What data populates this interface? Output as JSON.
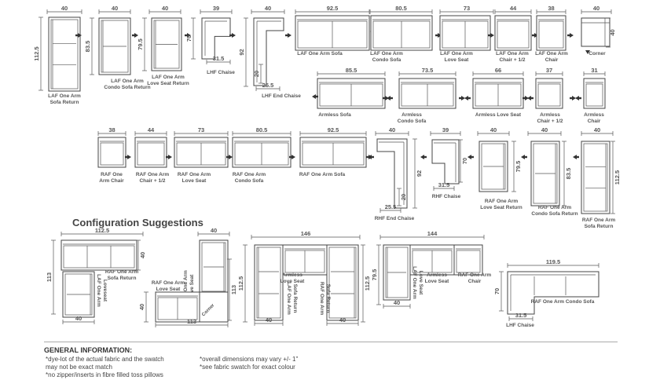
{
  "row1": {
    "pieces": [
      {
        "dims": [
          "40",
          "112.5"
        ],
        "label": [
          "LAF One Arm",
          "Sofa Return"
        ]
      },
      {
        "dims": [
          "40",
          "83.5"
        ],
        "label": [
          "LAF One Arm",
          "Condo Sofa Return"
        ]
      },
      {
        "dims": [
          "40",
          "79.5"
        ],
        "label": [
          "LAF One Arm",
          "Love Seat Return"
        ]
      },
      {
        "dims": [
          "39",
          "70",
          "31.5"
        ],
        "label": [
          "LHF Chaise"
        ]
      },
      {
        "dims": [
          "40",
          "92",
          "20",
          "25.5"
        ],
        "label": [
          "LHF End Chaise"
        ]
      },
      {
        "dims": [
          "92.5"
        ],
        "label": [
          "LAF One Arm Sofa"
        ]
      },
      {
        "dims": [
          "80.5"
        ],
        "label": [
          "LAF One Arm",
          "Condo Sofa"
        ]
      },
      {
        "dims": [
          "73"
        ],
        "label": [
          "LAF One Arm",
          "Love Seat"
        ]
      },
      {
        "dims": [
          "44"
        ],
        "label": [
          "LAF One Arm",
          "Chair + 1/2"
        ]
      },
      {
        "dims": [
          "38"
        ],
        "label": [
          "LAF One Arm",
          "Chair"
        ]
      },
      {
        "dims": [
          "40",
          "40"
        ],
        "label": [
          "Corner"
        ]
      }
    ]
  },
  "row2": {
    "pieces": [
      {
        "dims": [
          "85.5"
        ],
        "label": [
          "Armless Sofa"
        ]
      },
      {
        "dims": [
          "73.5"
        ],
        "label": [
          "Armless",
          "Condo Sofa"
        ]
      },
      {
        "dims": [
          "66"
        ],
        "label": [
          "Armless Love Seat"
        ]
      },
      {
        "dims": [
          "37"
        ],
        "label": [
          "Armless",
          "Chair + 1/2"
        ]
      },
      {
        "dims": [
          "31"
        ],
        "label": [
          "Armless",
          "Chair"
        ]
      }
    ]
  },
  "row3": {
    "pieces": [
      {
        "dims": [
          "38"
        ],
        "label": [
          "RAF One",
          "Arm Chair"
        ]
      },
      {
        "dims": [
          "44"
        ],
        "label": [
          "RAF One Arm",
          "Chair + 1/2"
        ]
      },
      {
        "dims": [
          "73"
        ],
        "label": [
          "RAF One Arm",
          "Love Seat"
        ]
      },
      {
        "dims": [
          "80.5"
        ],
        "label": [
          "RAF One Arm",
          "Condo Sofa"
        ]
      },
      {
        "dims": [
          "92.5"
        ],
        "label": [
          "RAF One Arm Sofa"
        ]
      },
      {
        "dims": [
          "40",
          "92",
          "20",
          "25.5"
        ],
        "label": [
          "RHF End Chaise"
        ]
      },
      {
        "dims": [
          "39",
          "70",
          "31.5"
        ],
        "label": [
          "RHF Chaise"
        ]
      },
      {
        "dims": [
          "40",
          "79.5"
        ],
        "label": [
          "RAF One Arm",
          "Love Seat Return"
        ]
      },
      {
        "dims": [
          "40",
          "83.5"
        ],
        "label": [
          "RAF One Arm",
          "Condo Sofa Return"
        ]
      },
      {
        "dims": [
          "40",
          "112.5"
        ],
        "label": [
          "RAF One Arm",
          "Sofa Return"
        ]
      }
    ]
  },
  "config_title": "Configuration Suggestions",
  "configs": [
    {
      "dims": [
        "112.5",
        "40",
        "113",
        "40"
      ],
      "labels": [
        "RAF One Arm",
        "Sofa Return",
        "LAF One Arm",
        "Loveseat"
      ]
    },
    {
      "dims": [
        "40",
        "113",
        "40",
        "113"
      ],
      "labels": [
        "RAF One Arm",
        "Love Seat",
        "LAF One Arm",
        "Love Seat",
        "Corner"
      ]
    },
    {
      "dims": [
        "146",
        "112.5",
        "112.5",
        "40",
        "40"
      ],
      "labels": [
        "Armless",
        "Love Seat",
        "LAF One Arm",
        "Sofa Return",
        "RAF One Arm",
        "Sofa Return"
      ]
    },
    {
      "dims": [
        "144",
        "79.5",
        "40"
      ],
      "labels": [
        "LAF One Arm",
        "Love Seat",
        "Armless",
        "Love Seat",
        "RAF One Arm",
        "Chair"
      ]
    },
    {
      "dims": [
        "119.5",
        "70",
        "31.5"
      ],
      "labels": [
        "RAF One Arm Condo Sofa",
        "LHF Chaise"
      ]
    }
  ],
  "info": {
    "heading": "GENERAL INFORMATION:",
    "notes_left": [
      "*dye-lot of the actual fabric and the swatch",
      "  may not be exact match",
      "*no zipper/inserts in fibre filled toss pillows"
    ],
    "notes_right": [
      "*overall dimensions may vary +/- 1\"",
      "*see fabric swatch for exact colour"
    ]
  }
}
